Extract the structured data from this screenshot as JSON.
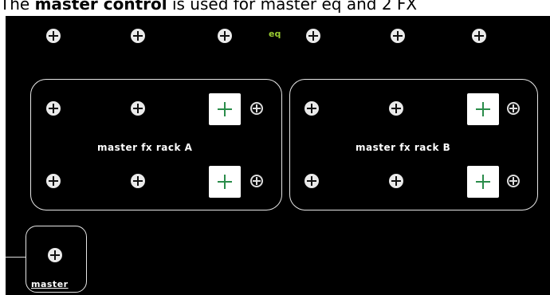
{
  "caption": {
    "prefix": "The ",
    "bold": "master control",
    "suffix": " is used for master eq and 2 FX"
  },
  "eq": {
    "label": "eq"
  },
  "racks": [
    {
      "label": "master fx rack A"
    },
    {
      "label": "master fx rack B"
    }
  ],
  "master": {
    "label": "master"
  },
  "colors": {
    "panel_bg": "#000000",
    "knob": "#eaeaea",
    "eq_label": "#9acd32",
    "plus": "#2a8c4a",
    "border": "#e6e6e6"
  }
}
